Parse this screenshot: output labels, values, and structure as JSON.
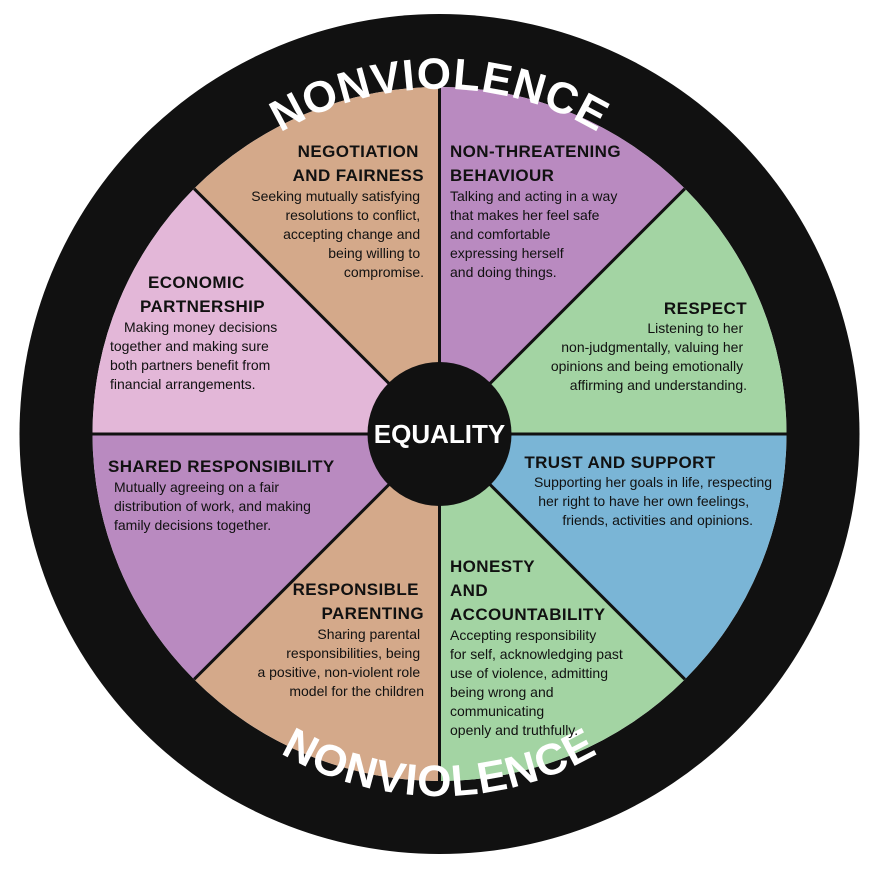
{
  "ring": {
    "top_label": "NONVIOLENCE",
    "bottom_label": "NONVIOLENCE"
  },
  "center": {
    "label": "EQUALITY"
  },
  "colors": {
    "ring": "#111111",
    "divider": "#111111",
    "tan": "#d4a98a",
    "purple": "#b98ac0",
    "green": "#a3d4a3",
    "blue": "#7ab5d6",
    "pink": "#e3b7d8"
  },
  "segments": [
    {
      "key": "negotiation",
      "title_lines": [
        "NEGOTIATION",
        "AND FAIRNESS"
      ],
      "body_lines": [
        "Seeking mutually satisfying",
        "resolutions to conflict,",
        "accepting change and",
        "being willing to",
        "compromise."
      ]
    },
    {
      "key": "non-threatening",
      "title_lines": [
        "NON-THREATENING",
        "BEHAVIOUR"
      ],
      "body_lines": [
        "Talking and acting in a way",
        "that makes her feel safe",
        "and comfortable",
        "expressing herself",
        "and doing things."
      ]
    },
    {
      "key": "respect",
      "title_lines": [
        "RESPECT"
      ],
      "body_lines": [
        "Listening to her",
        "non-judgmentally, valuing her",
        "opinions and being emotionally",
        "affirming and understanding."
      ]
    },
    {
      "key": "trust",
      "title_lines": [
        "TRUST AND SUPPORT"
      ],
      "body_lines": [
        "Supporting her goals in life, respecting",
        "her right to have her own feelings,",
        "friends, activities and opinions."
      ]
    },
    {
      "key": "honesty",
      "title_lines": [
        "HONESTY",
        "AND",
        "ACCOUNTABILITY"
      ],
      "body_lines": [
        "Accepting responsibility",
        "for self, acknowledging past",
        "use of violence, admitting",
        "being wrong and",
        "communicating",
        "openly and truthfully."
      ]
    },
    {
      "key": "parenting",
      "title_lines": [
        "RESPONSIBLE",
        "PARENTING"
      ],
      "body_lines": [
        "Sharing parental",
        "responsibilities, being",
        "a positive, non-violent role",
        "model for the children"
      ]
    },
    {
      "key": "shared",
      "title_lines": [
        "SHARED RESPONSIBILITY"
      ],
      "body_lines": [
        "Mutually agreeing on a fair",
        "distribution of work, and making",
        "family decisions together."
      ]
    },
    {
      "key": "economic",
      "title_lines": [
        "ECONOMIC",
        "PARTNERSHIP"
      ],
      "body_lines": [
        "Making money decisions",
        "together and making sure",
        "both partners benefit from",
        "financial arrangements."
      ]
    }
  ]
}
